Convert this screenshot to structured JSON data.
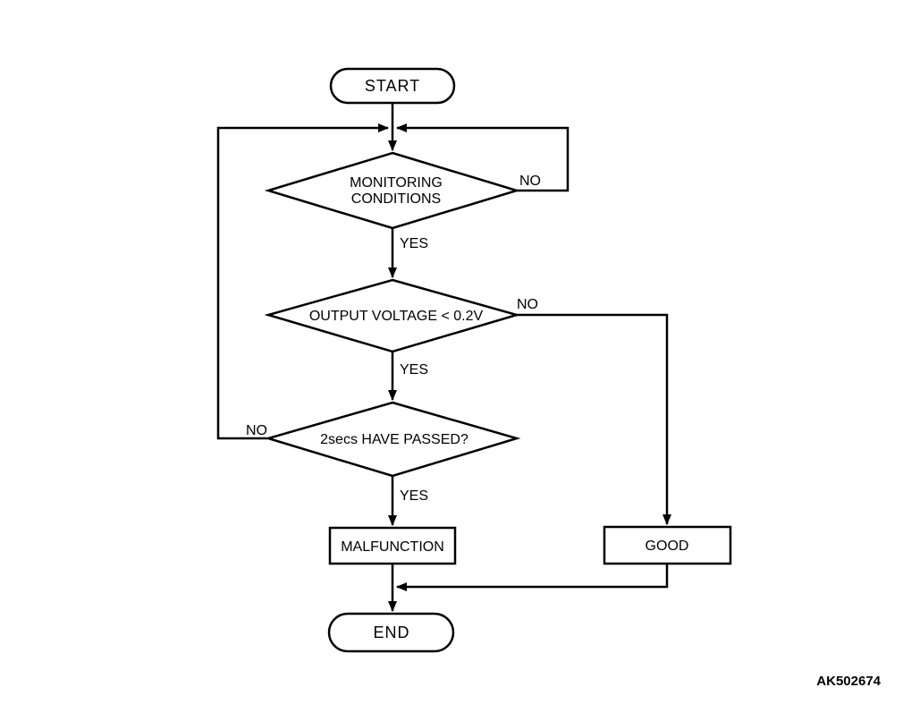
{
  "flowchart": {
    "nodes": {
      "start": {
        "label": "START"
      },
      "monitoring": {
        "label_line1": "MONITORING",
        "label_line2": "CONDITIONS"
      },
      "output_voltage": {
        "label": "OUTPUT VOLTAGE < 0.2V"
      },
      "two_secs": {
        "label": "2secs HAVE PASSED?"
      },
      "malfunction": {
        "label": "MALFUNCTION"
      },
      "good": {
        "label": "GOOD"
      },
      "end": {
        "label": "END"
      }
    },
    "edge_labels": {
      "monitoring_yes": "YES",
      "monitoring_no": "NO",
      "output_voltage_yes": "YES",
      "output_voltage_no": "NO",
      "two_secs_yes": "YES",
      "two_secs_no": "NO"
    },
    "figure_code": "AK502674",
    "colors": {
      "line": "#000000",
      "background": "#ffffff",
      "text": "#000000"
    }
  }
}
